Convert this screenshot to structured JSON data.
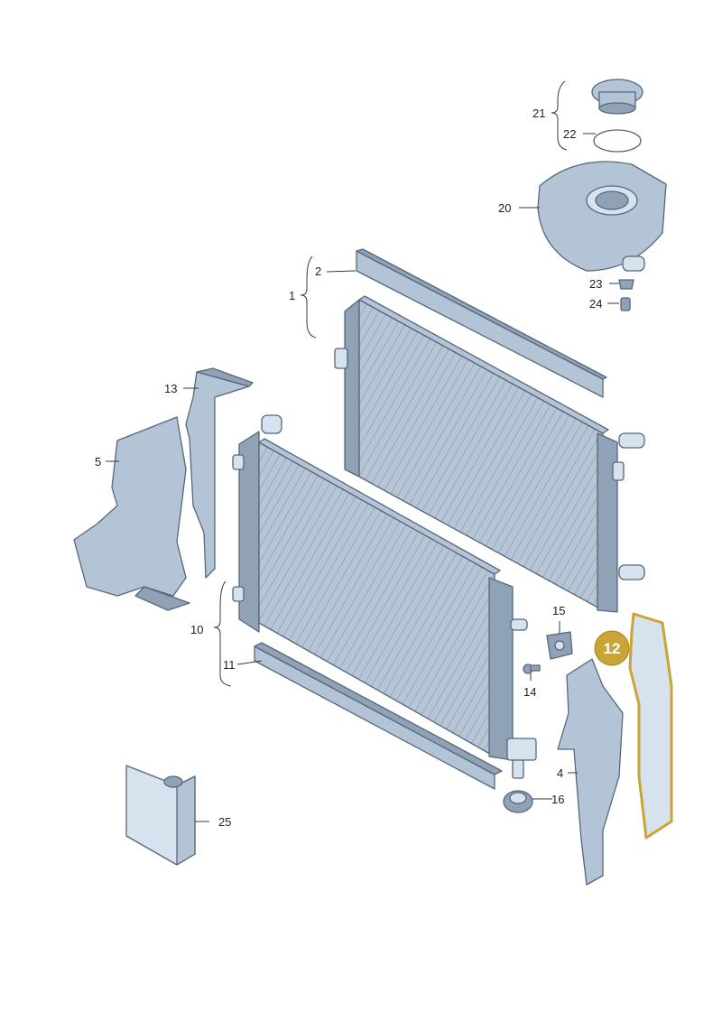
{
  "diagram": {
    "callouts": {
      "c1": "1",
      "c2": "2",
      "c4": "4",
      "c5": "5",
      "c10": "10",
      "c11": "11",
      "c12": "12",
      "c13": "13",
      "c14": "14",
      "c15": "15",
      "c16": "16",
      "c20": "20",
      "c21": "21",
      "c22": "22",
      "c23": "23",
      "c24": "24",
      "c25": "25"
    },
    "highlighted_part": "12",
    "colors": {
      "part_fill": "#b3c4d6",
      "part_outline": "#56677a",
      "highlight": "#c9a436",
      "leader": "#333a44"
    }
  }
}
